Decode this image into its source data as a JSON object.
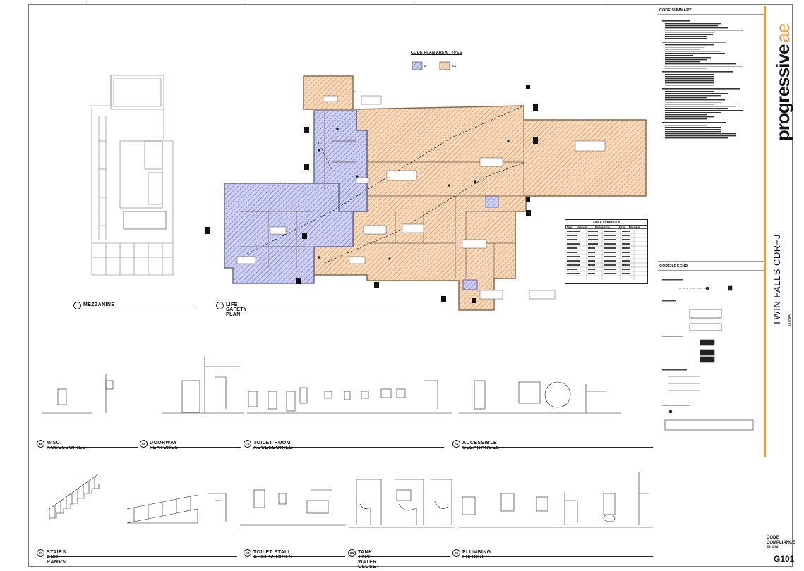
{
  "sheet": {
    "number": "G101",
    "title_lines": [
      "CODE",
      "COMPLIANCE",
      "PLAN"
    ],
    "project_code": "LITHIA",
    "project_name": "TWIN FALLS CDR+J"
  },
  "firm": {
    "name": "progressive",
    "mark": "ae"
  },
  "code_summary": {
    "heading": "CODE SUMMARY"
  },
  "code_legend": {
    "heading": "CODE LEGEND"
  },
  "area_types": {
    "heading": "CODE PLAN AREA TYPES",
    "items": [
      {
        "label": "B",
        "color": "#8e90d6"
      },
      {
        "label": "S-1",
        "color": "#e2a674"
      }
    ]
  },
  "area_schedule": {
    "heading": "AREA SCHEDULE",
    "columns": [
      "Name",
      "Occupancy",
      "Occupancy Use",
      "Area",
      "Occupants"
    ]
  },
  "views": [
    {
      "ref": "",
      "title": "MEZZANINE"
    },
    {
      "ref": "",
      "title": "LIFE SAFETY PLAN"
    },
    {
      "ref": "B6",
      "title": "MISC. ACCESSORIES"
    },
    {
      "ref": "A5",
      "title": "DOORWAY FEATURES"
    },
    {
      "ref": "C5",
      "title": "TOILET ROOM ACCESSORIES"
    },
    {
      "ref": "A4",
      "title": "ACCESSIBLE CLEARANCES"
    },
    {
      "ref": "C7",
      "title": "STAIRS AND RAMPS"
    },
    {
      "ref": "C3",
      "title": "TOILET STALL ACCESSORIES"
    },
    {
      "ref": "D5",
      "title": "TANK TYPE WATER CLOSET"
    },
    {
      "ref": "B5",
      "title": "PLUMBING FIXTURES"
    }
  ],
  "colors": {
    "b_area": "#8e90d6",
    "s1_area": "#e2a674",
    "brand": "#f39a3c"
  }
}
